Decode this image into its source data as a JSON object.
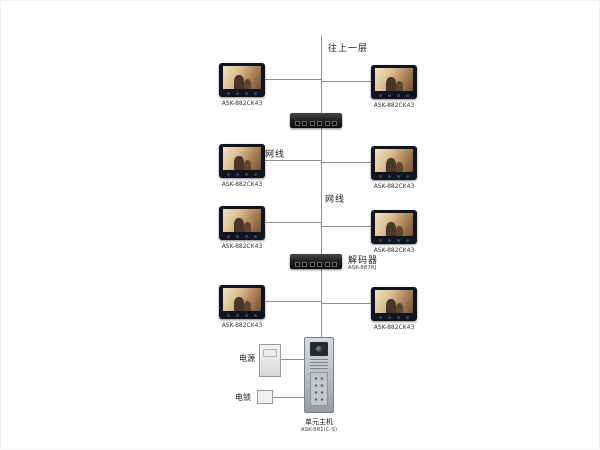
{
  "diagram": {
    "riser_label": "往上一层",
    "cable_labels": {
      "first": "网线",
      "second": "网线"
    },
    "decoder": {
      "name": "解码器",
      "model": "ASK-887RJ"
    },
    "power_label": "电源",
    "lock_label": "电锁",
    "door_station": {
      "name": "单元主机",
      "model": "ASK-881(C-S)"
    },
    "monitors": [
      {
        "label": "ASK-882CK43"
      },
      {
        "label": "ASK-882CK43"
      },
      {
        "label": "ASK-882CK43"
      },
      {
        "label": "ASK-882CK43"
      },
      {
        "label": "ASK-882CK43"
      },
      {
        "label": "ASK-882CK43"
      },
      {
        "label": "ASK-882CK43"
      },
      {
        "label": "ASK-882CK43"
      }
    ]
  }
}
